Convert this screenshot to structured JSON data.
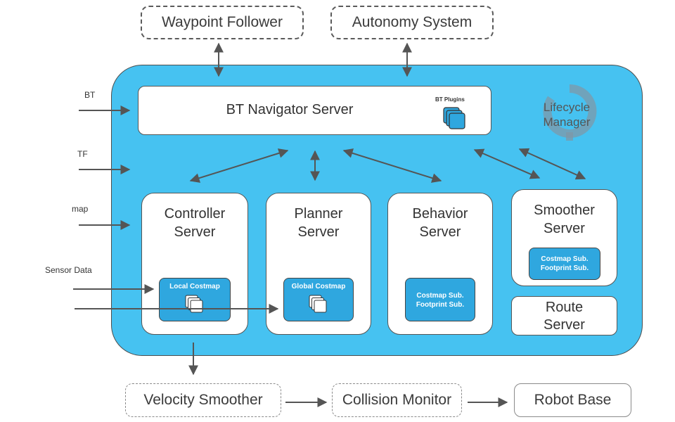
{
  "external": {
    "waypoint_follower": "Waypoint Follower",
    "autonomy_system": "Autonomy System",
    "velocity_smoother": "Velocity Smoother",
    "collision_monitor": "Collision Monitor",
    "robot_base": "Robot Base"
  },
  "inputs": {
    "bt": "BT",
    "tf": "TF",
    "map": "map",
    "sensor_data": "Sensor Data"
  },
  "bt_navigator": {
    "title": "BT Navigator Server",
    "plugins_label": "BT Plugins"
  },
  "lifecycle": {
    "line1": "Lifecycle",
    "line2": "Manager"
  },
  "servers": {
    "controller": {
      "line1": "Controller",
      "line2": "Server",
      "costmap": "Local Costmap"
    },
    "planner": {
      "line1": "Planner",
      "line2": "Server",
      "costmap": "Global Costmap"
    },
    "behavior": {
      "line1": "Behavior",
      "line2": "Server",
      "sub1": "Costmap Sub.",
      "sub2": "Footprint Sub."
    },
    "smoother": {
      "line1": "Smoother",
      "line2": "Server",
      "sub1": "Costmap Sub.",
      "sub2": "Footprint Sub."
    },
    "route": {
      "line1": "Route",
      "line2": "Server"
    }
  },
  "colors": {
    "container": "#46c2f1",
    "component": "#2fa7df",
    "arrow": "#555555"
  }
}
